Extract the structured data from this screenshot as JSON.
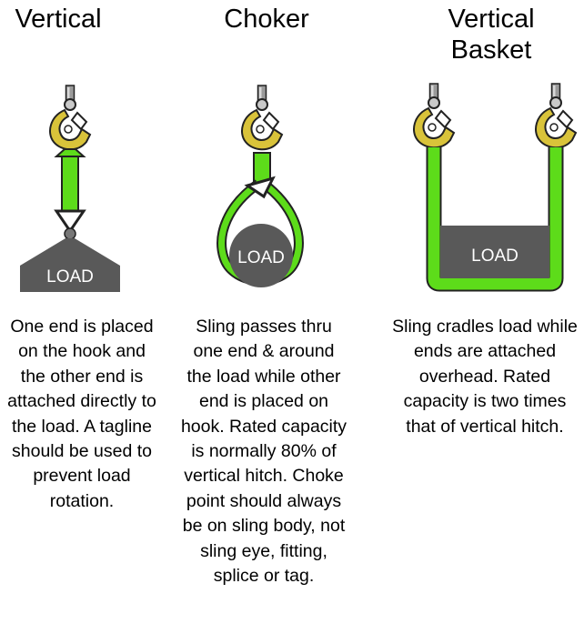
{
  "hitches": [
    {
      "title": "Vertical",
      "load_label": "LOAD",
      "description": "One end is placed on the hook and the other end is attached directly to the load.  A tagline should be used to prevent load rotation."
    },
    {
      "title": "Choker",
      "load_label": "LOAD",
      "description": "Sling passes thru one end & around the load while other end is placed on hook. Rated capacity is normally 80% of vertical hitch. Choke point should always be on sling body, not sling eye, fitting, splice or tag."
    },
    {
      "title": "Vertical\nBasket",
      "load_label": "LOAD",
      "description": "Sling cradles load while ends are attached overhead. Rated capacity is two times that of vertical hitch."
    }
  ],
  "colors": {
    "sling": "#5ddc1a",
    "sling_outline": "#1f1f1f",
    "hook": "#d9c33a",
    "load": "#595959",
    "text": "#000000"
  }
}
